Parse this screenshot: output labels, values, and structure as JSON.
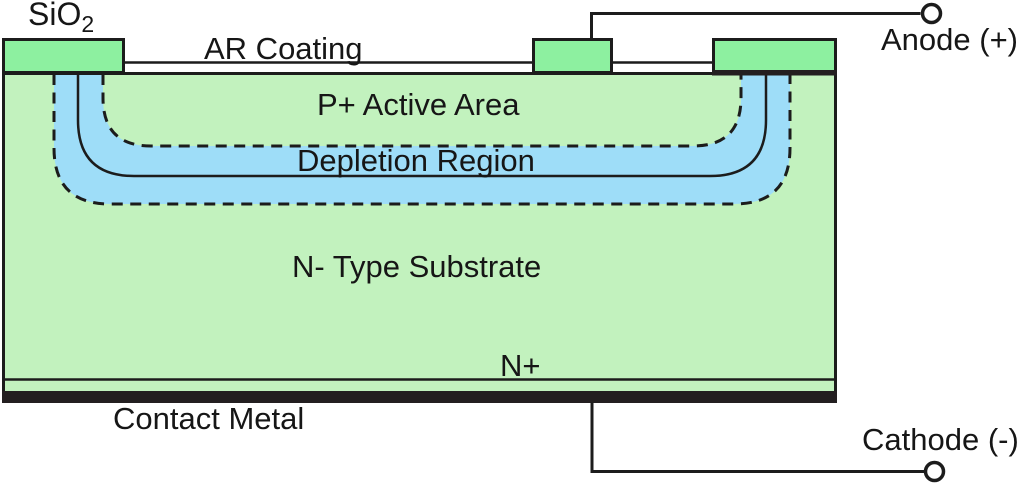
{
  "labels": {
    "sio2_base": "SiO",
    "sio2_sub": "2",
    "ar_coating": "AR Coating",
    "anode_terminal": "Anode (+)",
    "p_active_area": "P+ Active Area",
    "depletion_region": "Depletion Region",
    "n_type_substrate": "N- Type Substrate",
    "n_plus": "N+",
    "contact_metal": "Contact Metal",
    "cathode_terminal": "Cathode (-)"
  },
  "colors": {
    "contact_green": "#8DF0A0",
    "body_green": "#C2F2BE",
    "depletion_blue": "#9EDDF8",
    "metal_black": "#231F20",
    "line_black": "#1C1C1C"
  }
}
